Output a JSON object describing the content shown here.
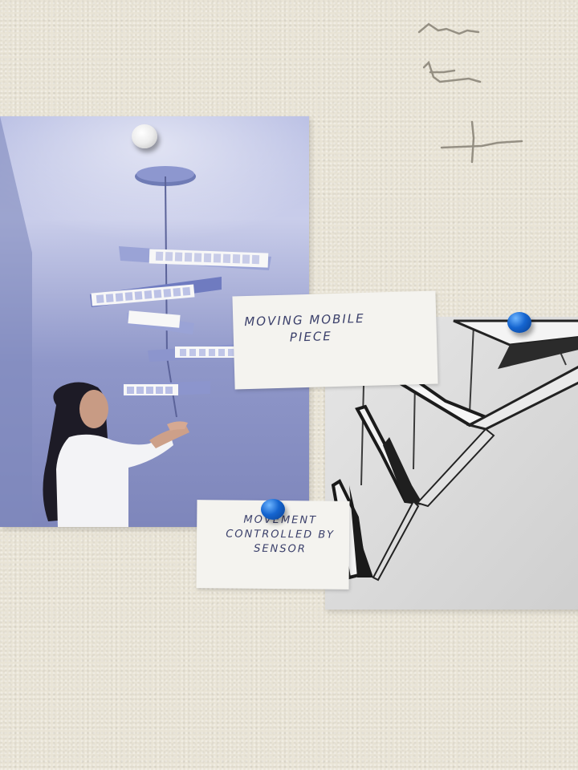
{
  "scene": {
    "wall_color": "#e9e4d6",
    "pencil_marks": [
      "wall-pencil-scribbles"
    ]
  },
  "notes": {
    "moving_mobile": {
      "lines": [
        "moving mobile",
        "piece"
      ]
    },
    "movement_sensor": {
      "lines": [
        "movement",
        "controlled by",
        "sensor"
      ]
    }
  },
  "pins": {
    "white": "#f2f2f2",
    "blue": "#1565d0"
  },
  "photos": {
    "left": {
      "background": "#8f97c9",
      "figure": "woman-reaching-up",
      "object": "hanging-mobile"
    },
    "right": {
      "background": "#d9d9d9",
      "object": "folded-light-sculpture"
    }
  }
}
